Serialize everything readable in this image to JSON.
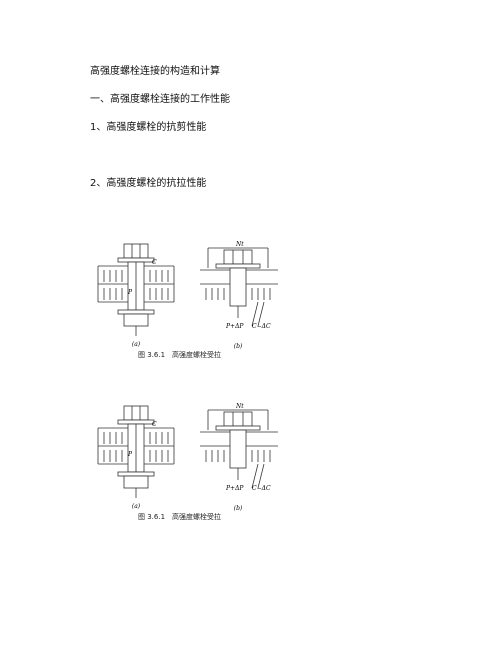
{
  "document": {
    "title": "高强度螺栓连接的构造和计算",
    "section1": "一、高强度螺栓连接的工作性能",
    "item1": "1、高强度螺栓的抗剪性能",
    "item2": "2、高强度螺栓的抗拉性能"
  },
  "figure1": {
    "caption": "图 3.6.1　高强度螺栓受拉",
    "label_a": "(a)",
    "label_b": "(b)",
    "label_P": "P",
    "label_C": "C",
    "label_Nt": "Nt",
    "label_PdP": "P+ΔP",
    "label_CdC": "C−ΔC"
  },
  "figure2": {
    "caption": "图 3.6.1　高强度螺栓受拉",
    "label_a": "(a)",
    "label_b": "(b)",
    "label_P": "P",
    "label_C": "C",
    "label_Nt": "Nt",
    "label_PdP": "P+ΔP",
    "label_CdC": "C−ΔC"
  }
}
